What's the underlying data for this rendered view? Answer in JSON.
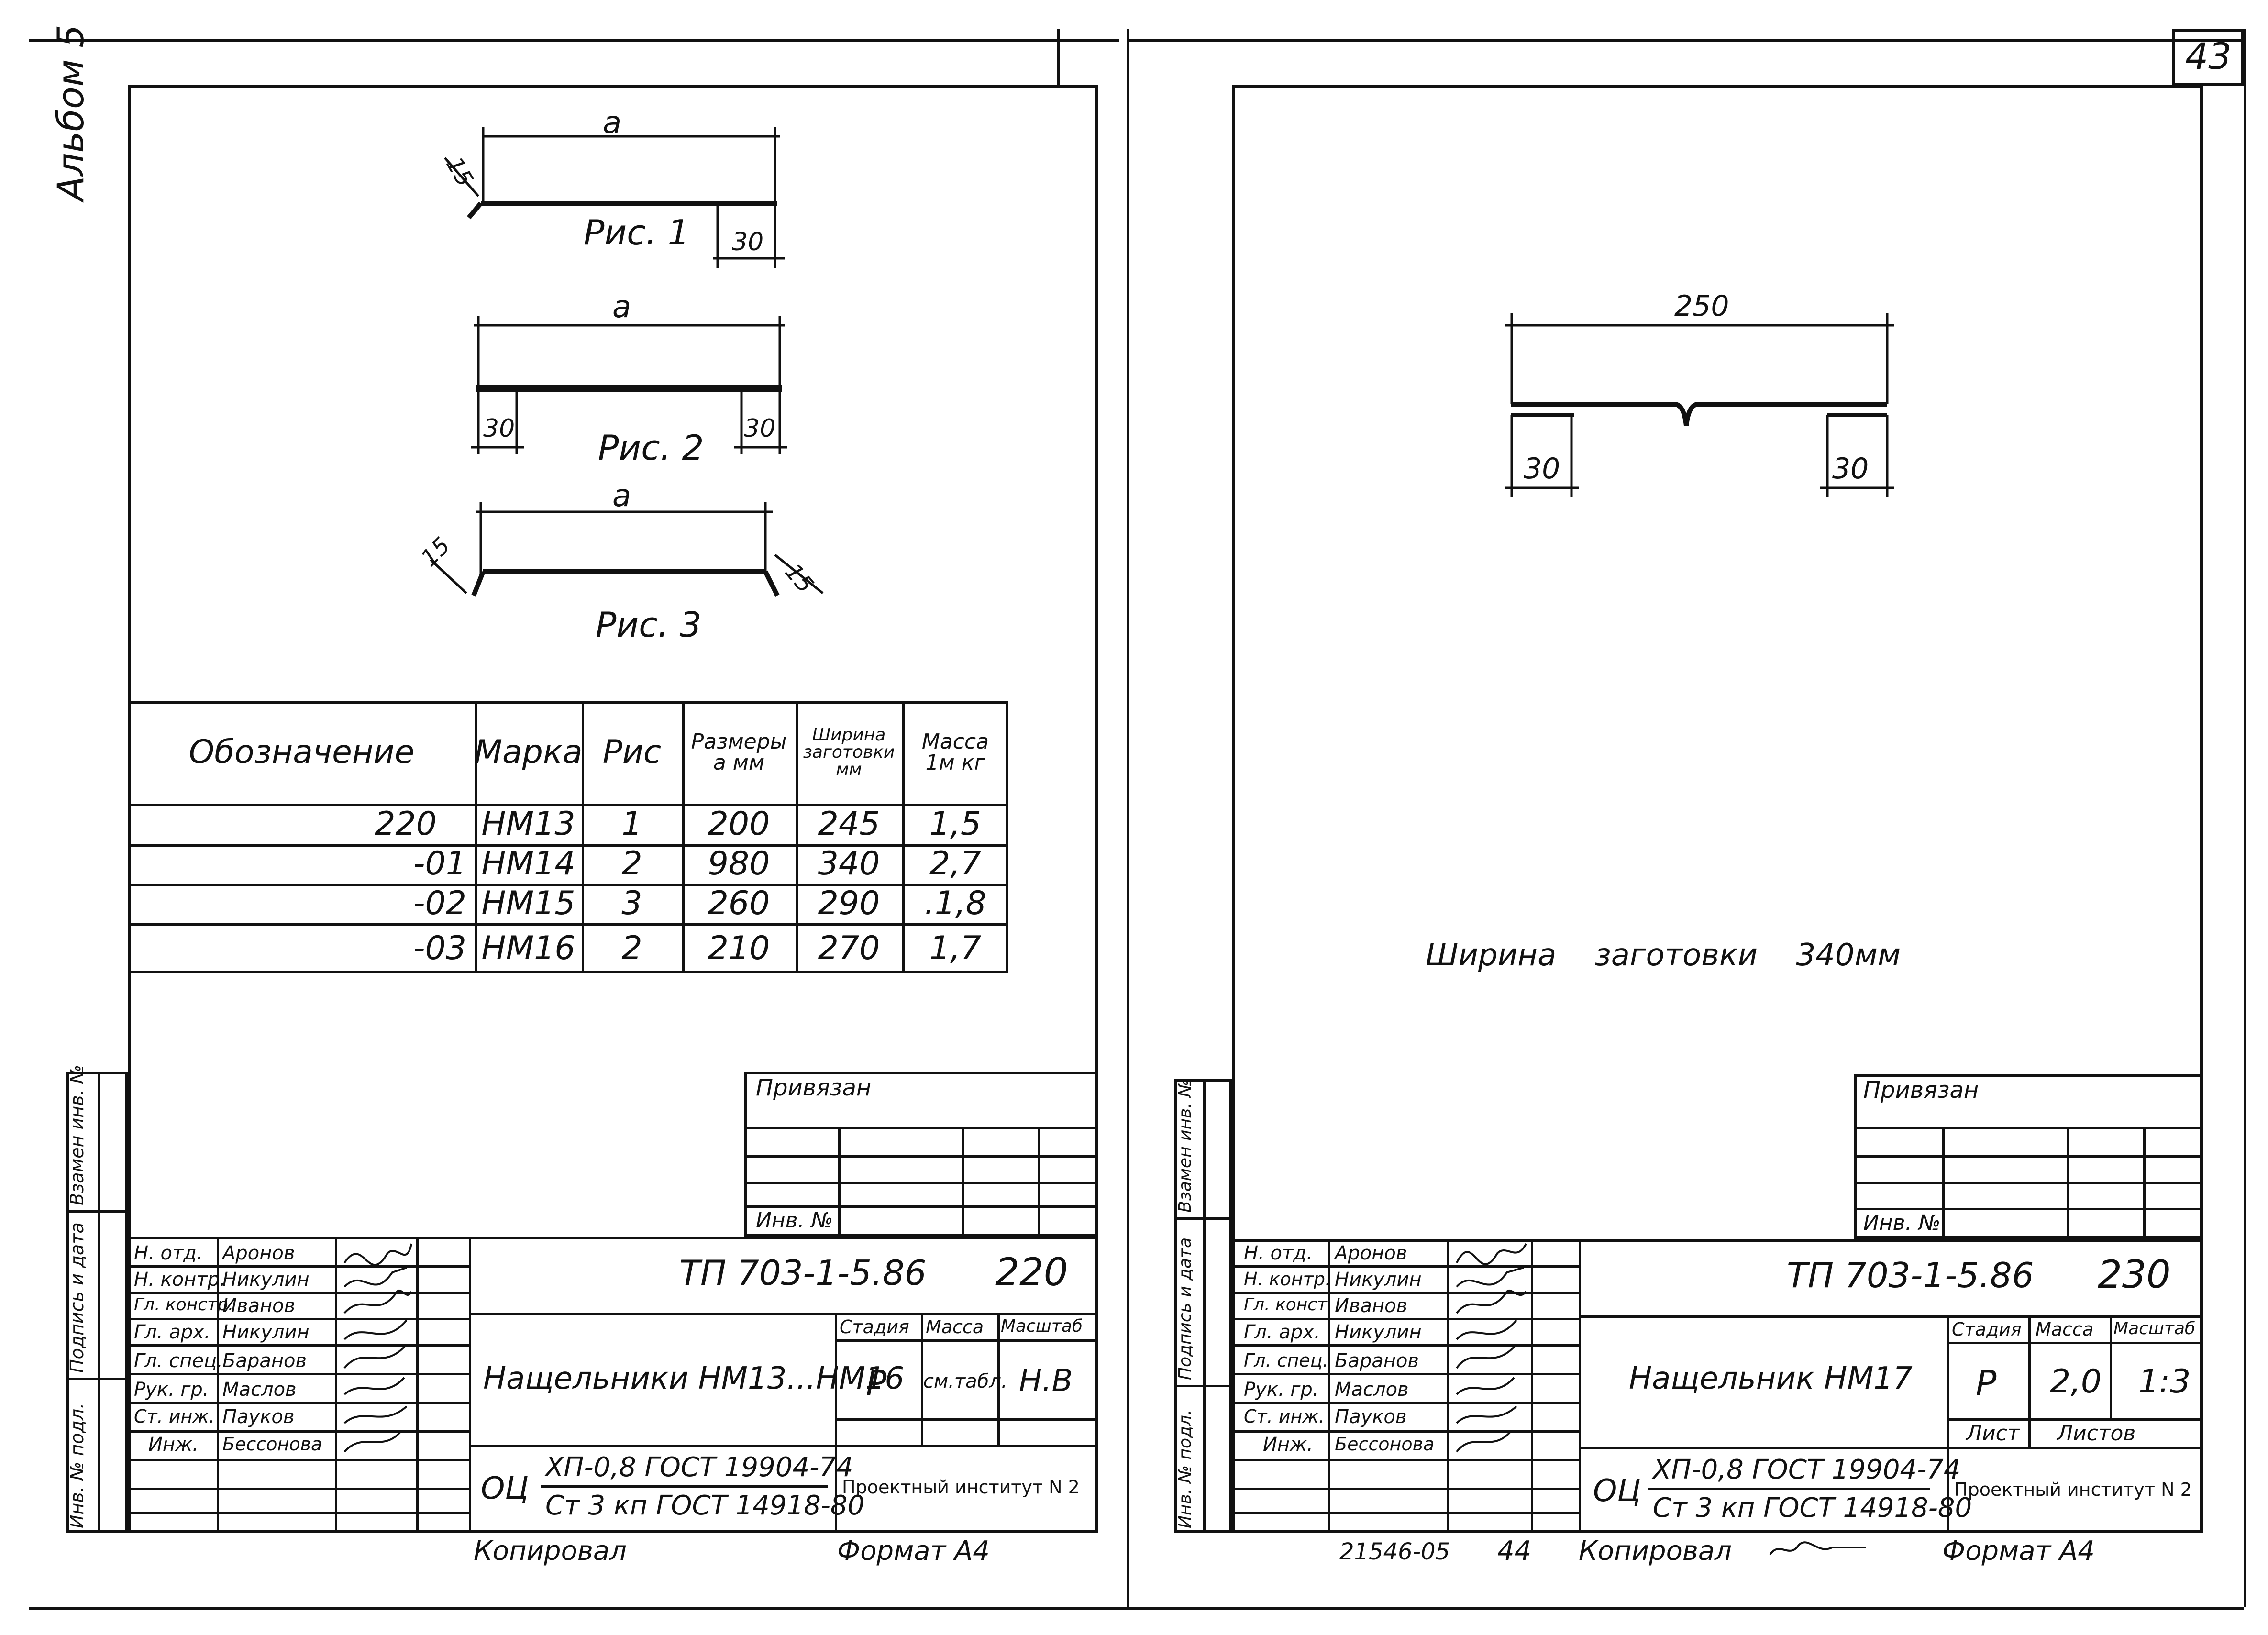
{
  "page_number": "43",
  "album_label": "Альбом 5",
  "left_sheet": {
    "figures": [
      {
        "label": "Рис. 1",
        "dim_a": "a",
        "dim_side": "15",
        "dim_flange": "30"
      },
      {
        "label": "Рис. 2",
        "dim_a": "a",
        "dim_flange_left": "30",
        "dim_flange_right": "30"
      },
      {
        "label": "Рис. 3",
        "dim_a": "a",
        "dim_side_left": "15",
        "dim_side_right": "15"
      }
    ],
    "table": {
      "headers": [
        "Обозначение",
        "Марка",
        "Рис",
        "Размеры a мм",
        "Ширина заготовки мм",
        "Масса 1м кг"
      ],
      "rows": [
        [
          "220",
          "НМ13",
          "1",
          "200",
          "245",
          "1,5"
        ],
        [
          "-01",
          "НМ14",
          "2",
          "980",
          "340",
          "2,7"
        ],
        [
          "-02",
          "НМ15",
          "3",
          "260",
          "290",
          ".1,8"
        ],
        [
          "-03",
          "НМ16",
          "2",
          "210",
          "270",
          "1,7"
        ]
      ]
    },
    "title_block": {
      "privyazan": "Привязан",
      "inv_no": "Инв. №",
      "side_labels": [
        "Инв. № подл.",
        "Подпись и дата",
        "Взамен инв. №"
      ],
      "staff": [
        {
          "role": "Н. отд.",
          "name": "Аронов"
        },
        {
          "role": "Н. контр.",
          "name": "Никулин"
        },
        {
          "role": "Гл. констр.",
          "name": "Иванов"
        },
        {
          "role": "Гл. арх.",
          "name": "Никулин"
        },
        {
          "role": "Гл. спец.",
          "name": "Баранов"
        },
        {
          "role": "Рук. гр.",
          "name": "Маслов"
        },
        {
          "role": "Ст. инж.",
          "name": "Пауков"
        },
        {
          "role": "Инж.",
          "name": "Бессонова"
        }
      ],
      "doc_code": "ТП 703-1-5.86",
      "sheet": "220",
      "title": "Нащельники НМ13...НМ16",
      "stage_label": "Стадия",
      "mass_label": "Масса",
      "scale_label": "Масштаб",
      "stage": "Р",
      "mass": "см.табл.",
      "scale": "Н.В",
      "material_prefix": "ОЦ",
      "material_top": "ХП-0,8 ГОСТ 19904-74",
      "material_bottom": "Ст 3 кп ГОСТ 14918-80",
      "org": "Проектный институт N 2"
    },
    "footer_copied": "Копировал",
    "footer_format": "Формат А4"
  },
  "right_sheet": {
    "figure": {
      "dim_total": "250",
      "dim_left": "30",
      "dim_right": "30"
    },
    "note": "Ширина заготовки 340мм",
    "title_block": {
      "privyazan": "Привязан",
      "inv_no": "Инв. №",
      "side_labels": [
        "Инв. № подл.",
        "Подпись и дата",
        "Взамен инв. №"
      ],
      "staff": [
        {
          "role": "Н. отд.",
          "name": "Аронов"
        },
        {
          "role": "Н. контр.",
          "name": "Никулин"
        },
        {
          "role": "Гл. конст.",
          "name": "Иванов"
        },
        {
          "role": "Гл. арх.",
          "name": "Никулин"
        },
        {
          "role": "Гл. спец.",
          "name": "Баранов"
        },
        {
          "role": "Рук. гр.",
          "name": "Маслов"
        },
        {
          "role": "Ст. инж.",
          "name": "Пауков"
        },
        {
          "role": "Инж.",
          "name": "Бессонова"
        }
      ],
      "doc_code": "ТП 703-1-5.86",
      "sheet": "230",
      "title": "Нащельник НМ17",
      "stage_label": "Стадия",
      "mass_label": "Масса",
      "scale_label": "Масштаб",
      "stage": "Р",
      "mass": "2,0",
      "scale": "1:3",
      "list_label": "Лист",
      "lists_label": "Листов",
      "material_prefix": "ОЦ",
      "material_top": "ХП-0,8 ГОСТ 19904-74",
      "material_bottom": "Ст 3 кп ГОСТ 14918-80",
      "org": "Проектный институт N 2"
    },
    "footer_number": "21546-05",
    "footer_sheet": "44",
    "footer_copied": "Копировал",
    "footer_format": "Формат А4"
  }
}
